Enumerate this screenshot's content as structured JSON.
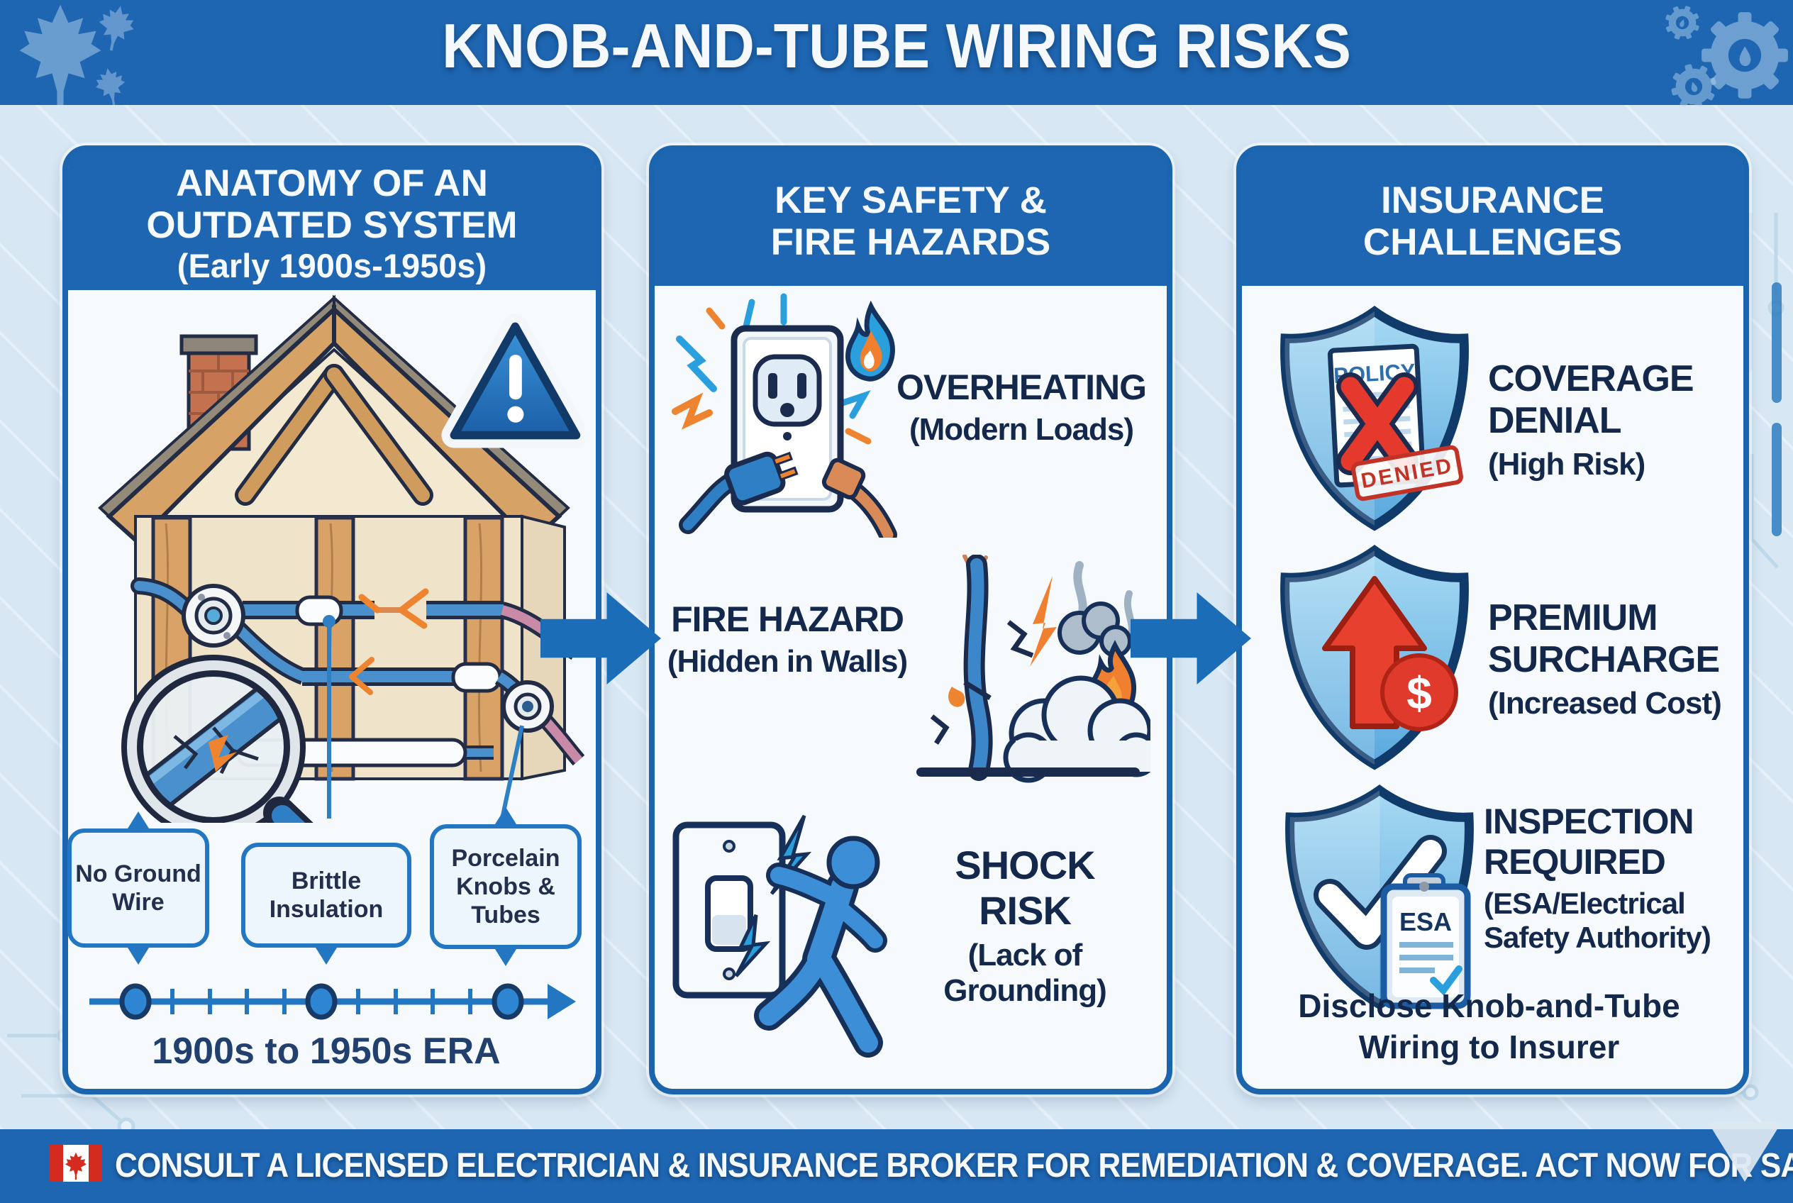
{
  "title": "KNOB-AND-TUBE WIRING RISKS",
  "footer": {
    "text": "CONSULT A LICENSED ELECTRICIAN & INSURANCE BROKER FOR REMEDIATION & COVERAGE. ACT NOW FOR SAFETY."
  },
  "colors": {
    "banner_blue": "#1e66b2",
    "panel_border_blue": "#1a65ad",
    "accent_blue": "#2276c2",
    "navy_text": "#14284b",
    "alert_red": "#e6392e",
    "flame_orange": "#ef8430",
    "background": "#d7e7f3"
  },
  "anatomy": {
    "title_line1": "ANATOMY OF AN",
    "title_line2": "OUTDATED SYSTEM",
    "subtitle": "(Early 1900s-1950s)",
    "callout_no_ground": "No Ground Wire",
    "callout_brittle": "Brittle Insulation",
    "callout_porcelain": "Porcelain Knobs & Tubes",
    "timeline_label": "1900s to 1950s ERA"
  },
  "hazards": {
    "title_line1": "KEY SAFETY &",
    "title_line2": "FIRE HAZARDS",
    "overheating": {
      "label": "OVERHEATING",
      "sub": "(Modern Loads)"
    },
    "fire": {
      "label": "FIRE HAZARD",
      "sub": "(Hidden in Walls)"
    },
    "shock": {
      "label": "SHOCK RISK",
      "sub": "(Lack of Grounding)"
    }
  },
  "insurance": {
    "title_line1": "INSURANCE",
    "title_line2": "CHALLENGES",
    "denial": {
      "label": "COVERAGE DENIAL",
      "sub": "(High Risk)",
      "doc_title": "POLICY",
      "stamp": "DENIED"
    },
    "surcharge": {
      "label": "PREMIUM SURCHARGE",
      "sub": "(Increased Cost)",
      "currency": "$"
    },
    "inspection": {
      "label": "INSPECTION REQUIRED",
      "sub": "(ESA/Electrical Safety Authority)",
      "badge": "ESA"
    },
    "note": "Disclose Knob-and-Tube Wiring to Insurer"
  }
}
